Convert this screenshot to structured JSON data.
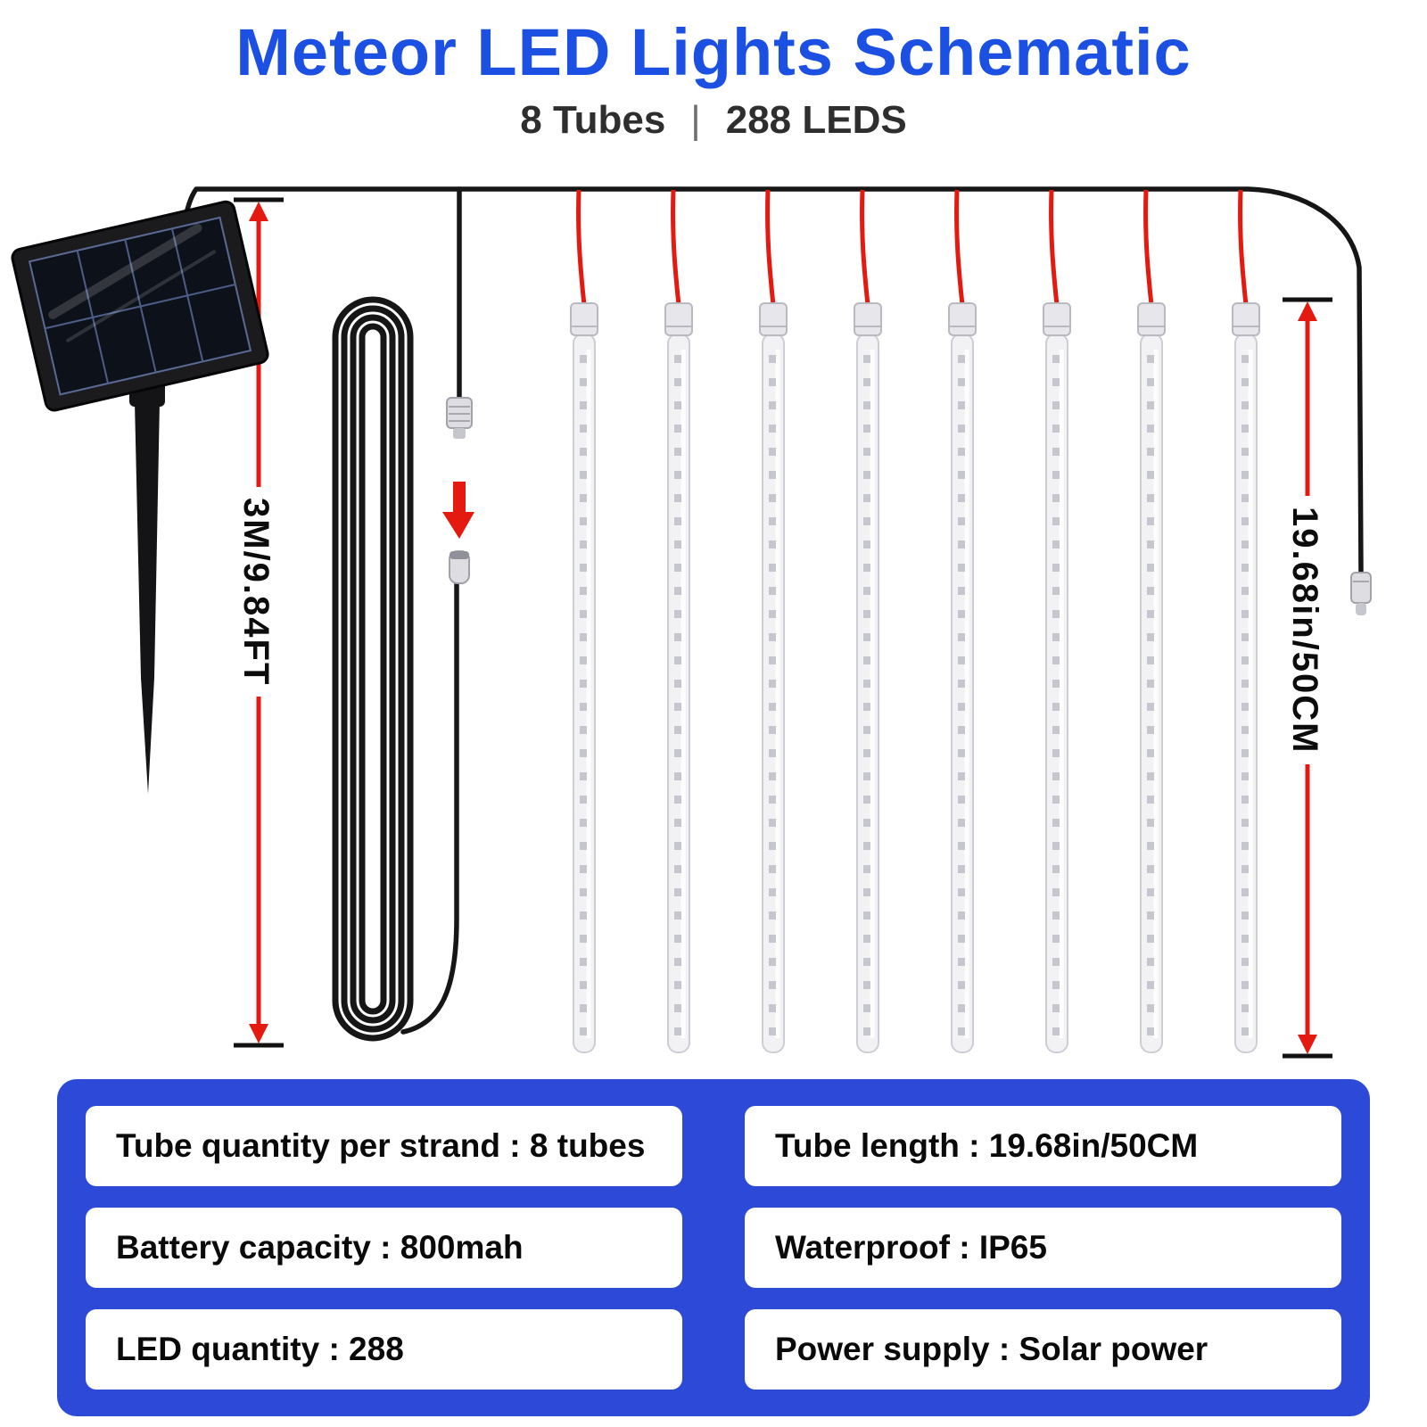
{
  "header": {
    "title": "Meteor LED Lights Schematic",
    "subtitle_left": "8 Tubes",
    "divider": "|",
    "subtitle_right": "288 LEDS"
  },
  "dimensions": {
    "left_label": "3M/9.84FT",
    "right_label": "19.68in/50CM"
  },
  "specs": {
    "cells": [
      "Tube quantity per strand : 8 tubes",
      "Tube length : 19.68in/50CM",
      "Battery capacity : 800mah",
      "Waterproof : IP65",
      "LED quantity : 288",
      "Power supply : Solar power"
    ]
  },
  "colors": {
    "accent_blue": "#1c50e2",
    "panel_blue": "#2c49d8",
    "wire_red": "#e41a10",
    "wire_black": "#161616"
  }
}
